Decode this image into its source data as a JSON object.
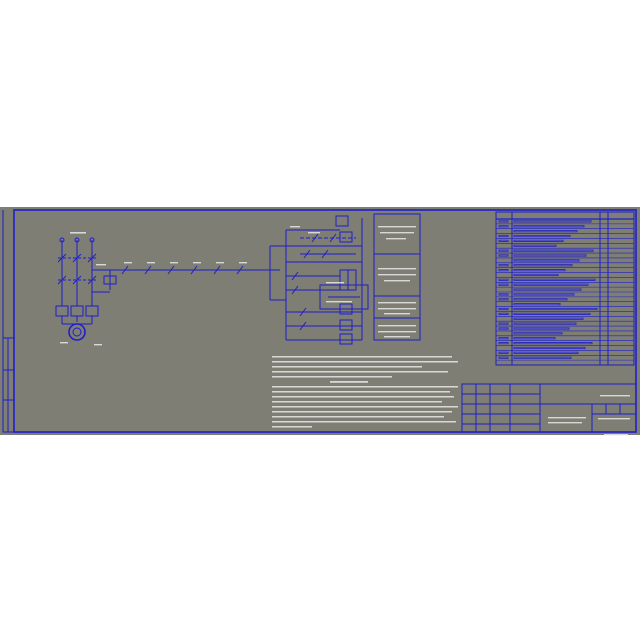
{
  "colors": {
    "page_background": "#ffffff",
    "drawing_background": "#7f7e75",
    "line_color": "#1e1ecc",
    "text_color": "#e8e8e8"
  },
  "drawing": {
    "type": "electrical-schematic",
    "parts": [
      "power-circuit-with-motor",
      "control-circuit",
      "function-description-column",
      "element-list-table",
      "title-block",
      "notes-text"
    ]
  }
}
